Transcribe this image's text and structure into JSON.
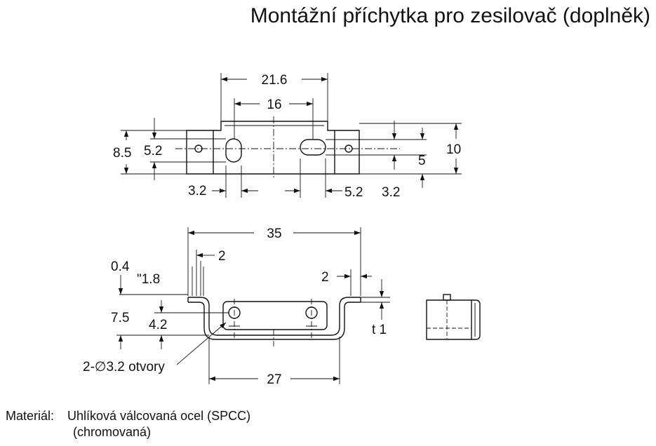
{
  "title": "Montážní příchytka pro zesilovač (doplněk)",
  "top_view": {
    "dim_21_6": "21.6",
    "dim_16": "16",
    "dim_8_5": "8.5",
    "dim_5_2_left": "5.2",
    "dim_10": "10",
    "dim_5": "5",
    "dim_3_2_left": "3.2",
    "dim_5_2_bottom": "5.2",
    "dim_3_2_right": "3.2"
  },
  "front_view": {
    "dim_35": "35",
    "dim_2_top": "2",
    "dim_0_4": "0.4",
    "dim_1_8": "\"1.8",
    "dim_2_right": "2",
    "dim_7_5": "7.5",
    "dim_4_2": "4.2",
    "dim_t1": "t 1",
    "holes_label": "2-∅3.2 otvory",
    "dim_27": "27"
  },
  "material": {
    "label": "Materiál:",
    "line1": "Uhlíková válcovaná ocel (SPCC)",
    "line2": "(chromovaná)"
  }
}
